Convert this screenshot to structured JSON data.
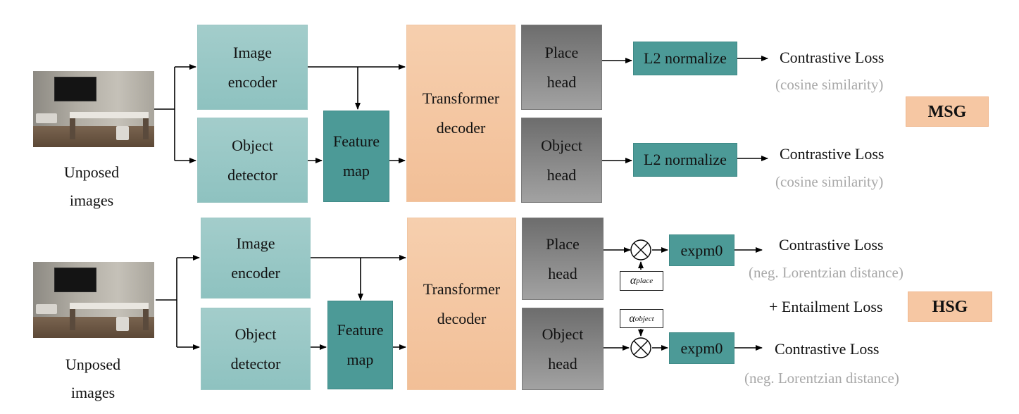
{
  "rows": {
    "msg": {
      "input_caption": [
        "Unposed",
        "images"
      ],
      "image_encoder": [
        "Image",
        "encoder"
      ],
      "object_detector": [
        "Object",
        "detector"
      ],
      "feature_map": [
        "Feature",
        "map"
      ],
      "transformer": [
        "Transformer",
        "decoder"
      ],
      "place_head": [
        "Place",
        "head"
      ],
      "object_head": [
        "Object",
        "head"
      ],
      "place_op": "L2 normalize",
      "object_op": "L2 normalize",
      "place_loss": "Contrastive Loss",
      "place_loss_sub": "(cosine similarity)",
      "object_loss": "Contrastive Loss",
      "object_loss_sub": "(cosine similarity)",
      "tag": "MSG"
    },
    "hsg": {
      "input_caption": [
        "Unposed",
        "images"
      ],
      "image_encoder": [
        "Image",
        "encoder"
      ],
      "object_detector": [
        "Object",
        "detector"
      ],
      "feature_map": [
        "Feature",
        "map"
      ],
      "transformer": [
        "Transformer",
        "decoder"
      ],
      "place_head": [
        "Place",
        "head"
      ],
      "object_head": [
        "Object",
        "head"
      ],
      "alpha_place_base": "α",
      "alpha_place_sub": "place",
      "alpha_object_base": "α",
      "alpha_object_sub": "object",
      "place_op": "expm0",
      "object_op": "expm0",
      "place_loss": "Contrastive Loss",
      "place_loss_sub": "(neg. Lorentzian distance)",
      "entailment": "+ Entailment Loss",
      "object_loss": "Contrastive Loss",
      "object_loss_sub": "(neg. Lorentzian distance)",
      "tag": "HSG"
    }
  },
  "colors": {
    "encoder": "#9cc7c5",
    "feature_map": "#4c9a97",
    "transformer": "#f4c7a1",
    "head": "#8a8a8a",
    "tag": "#f6c7a3",
    "subtitle": "#a8a8a8"
  }
}
